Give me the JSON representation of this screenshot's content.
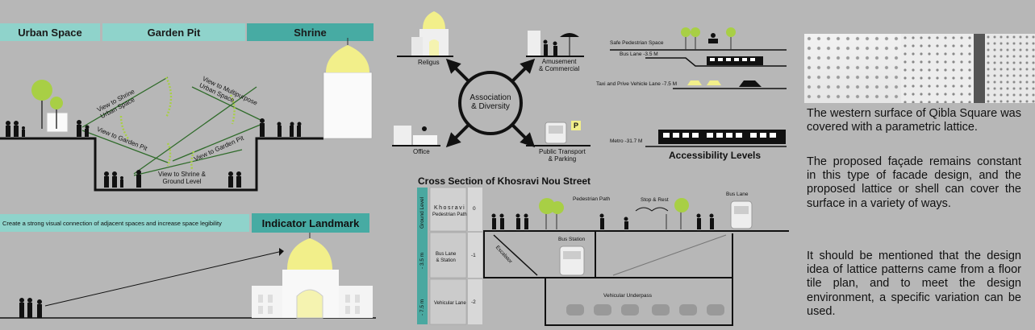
{
  "tabs": {
    "urban": "Urban Space",
    "garden": "Garden Pit",
    "shrine": "Shrine"
  },
  "section1_labels": {
    "view_shrine_urban": "View to Shrine\nUrban Space",
    "view_multipurpose": "View to Multipurpose\nUrban Space",
    "view_garden_left": "View to Garden Pit",
    "view_garden_right": "View to Garden Pit",
    "view_shrine_ground": "View to Shrine &\nGround Level"
  },
  "connection_text": "Create a strong visual connection of adjacent spaces and increase space legibility",
  "indicator_tab": "Indicator Landmark",
  "association": {
    "center": "Association\n& Diversity",
    "religus": "Religus",
    "amusement": "Amusement\n& Commercial",
    "office": "Office",
    "transport": "Public Transport\n& Parking",
    "p_sign": "P"
  },
  "accessibility": {
    "safe": "Safe Pedestrian Space",
    "bus": "Bus Lane -3.5 M",
    "taxi": "Taxi and Prive Vehicle Lane -7.5 M",
    "metro": "Metro -31.7 M",
    "title": "Accessibility Levels"
  },
  "cross_section": {
    "title": "Cross Section of Khosravi Nou Street",
    "ground": "Ground Level",
    "m35": "- 3.5 m",
    "m75": "- 7.5 m",
    "khosravi": "Khosravi",
    "ped_path_small": "Pedestrian Path",
    "bus_lane_station": "Bus Lane\n& Station",
    "vehicular_lane": "Vehicular Lane",
    "lvl0": "0",
    "lvl1": "-1",
    "lvl2": "-2",
    "pedestrian_path": "Pedestrian Path",
    "stop_rest": "Stop & Rest",
    "bus_lane": "Bus Lane",
    "bus_station": "Bus Station",
    "escalator": "Escalator",
    "underpass": "Vehicular Underpass"
  },
  "description": {
    "p1": "The western surface of Qibla Square was covered with a parametric lattice.",
    "p2": "The proposed façade remains constant in this type of facade design, and the proposed lattice or shell can cover the surface in a variety of ways.",
    "p3": "It should be mentioned that the design idea of lattice patterns came from a floor tile plan, and to meet the design environment, a specific variation can be used."
  },
  "colors": {
    "teal_light": "#8fd3cb",
    "teal_dark": "#47aba3",
    "dome": "#f2ef8a",
    "tree": "#a8cf45",
    "view_line": "#2f6b2a"
  }
}
